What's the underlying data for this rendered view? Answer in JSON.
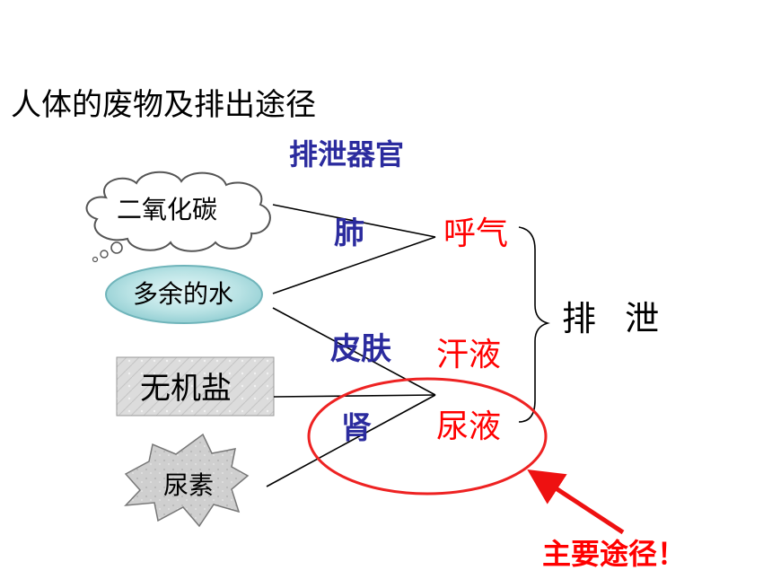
{
  "title": "人体的废物及排出途径",
  "header": "排泄器官",
  "wastes": {
    "co2": "二氧化碳",
    "water": "多余的水",
    "salt": "无机盐",
    "urea": "尿素"
  },
  "organs": {
    "lung": "肺",
    "skin": "皮肤",
    "kidney": "肾"
  },
  "routes": {
    "breath": "呼气",
    "sweat": "汗液",
    "urine": "尿液"
  },
  "summary": "排 泄",
  "callout": "主要途径！",
  "colors": {
    "organ": "#2b2b9e",
    "route": "#ff0000",
    "highlight": "#ee2222"
  }
}
